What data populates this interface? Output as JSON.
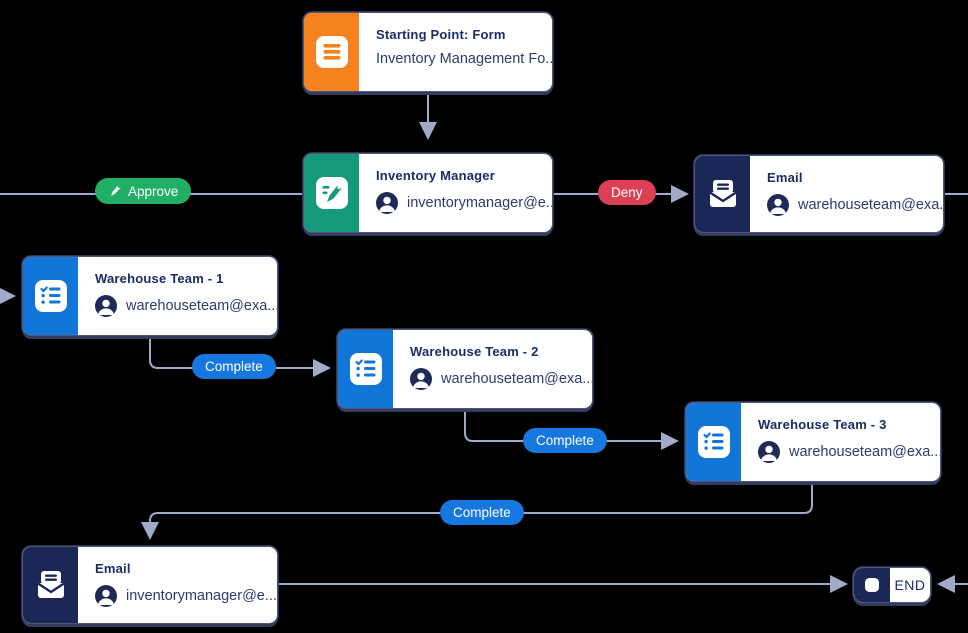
{
  "canvas": {
    "background": "#000000",
    "connector_color": "#a2aaca"
  },
  "nodes": {
    "start": {
      "title": "Starting Point: Form",
      "subtitle": "Inventory Management Fo...",
      "accent": "#F5821E",
      "icon": "form-icon"
    },
    "approver": {
      "title": "Inventory Manager",
      "email": "inventorymanager@e...",
      "accent": "#17997B",
      "icon": "approval-icon"
    },
    "email_deny": {
      "title": "Email",
      "email": "warehouseteam@exa...",
      "accent": "#1B2757",
      "icon": "email-icon"
    },
    "wt1": {
      "title": "Warehouse Team - 1",
      "email": "warehouseteam@exa...",
      "accent": "#1276D8",
      "icon": "checklist-icon"
    },
    "wt2": {
      "title": "Warehouse Team - 2",
      "email": "warehouseteam@exa...",
      "accent": "#1276D8",
      "icon": "checklist-icon"
    },
    "wt3": {
      "title": "Warehouse Team - 3",
      "email": "warehouseteam@exa...",
      "accent": "#1276D8",
      "icon": "checklist-icon"
    },
    "email_final": {
      "title": "Email",
      "email": "inventorymanager@e...",
      "accent": "#1B2757",
      "icon": "email-icon"
    }
  },
  "badges": {
    "approve": {
      "label": "Approve",
      "color": "#21AF66"
    },
    "deny": {
      "label": "Deny",
      "color": "#DC4054"
    },
    "complete": {
      "label": "Complete",
      "color": "#1678DF"
    }
  },
  "end_node": {
    "label": "END",
    "accent": "#1B2757"
  }
}
